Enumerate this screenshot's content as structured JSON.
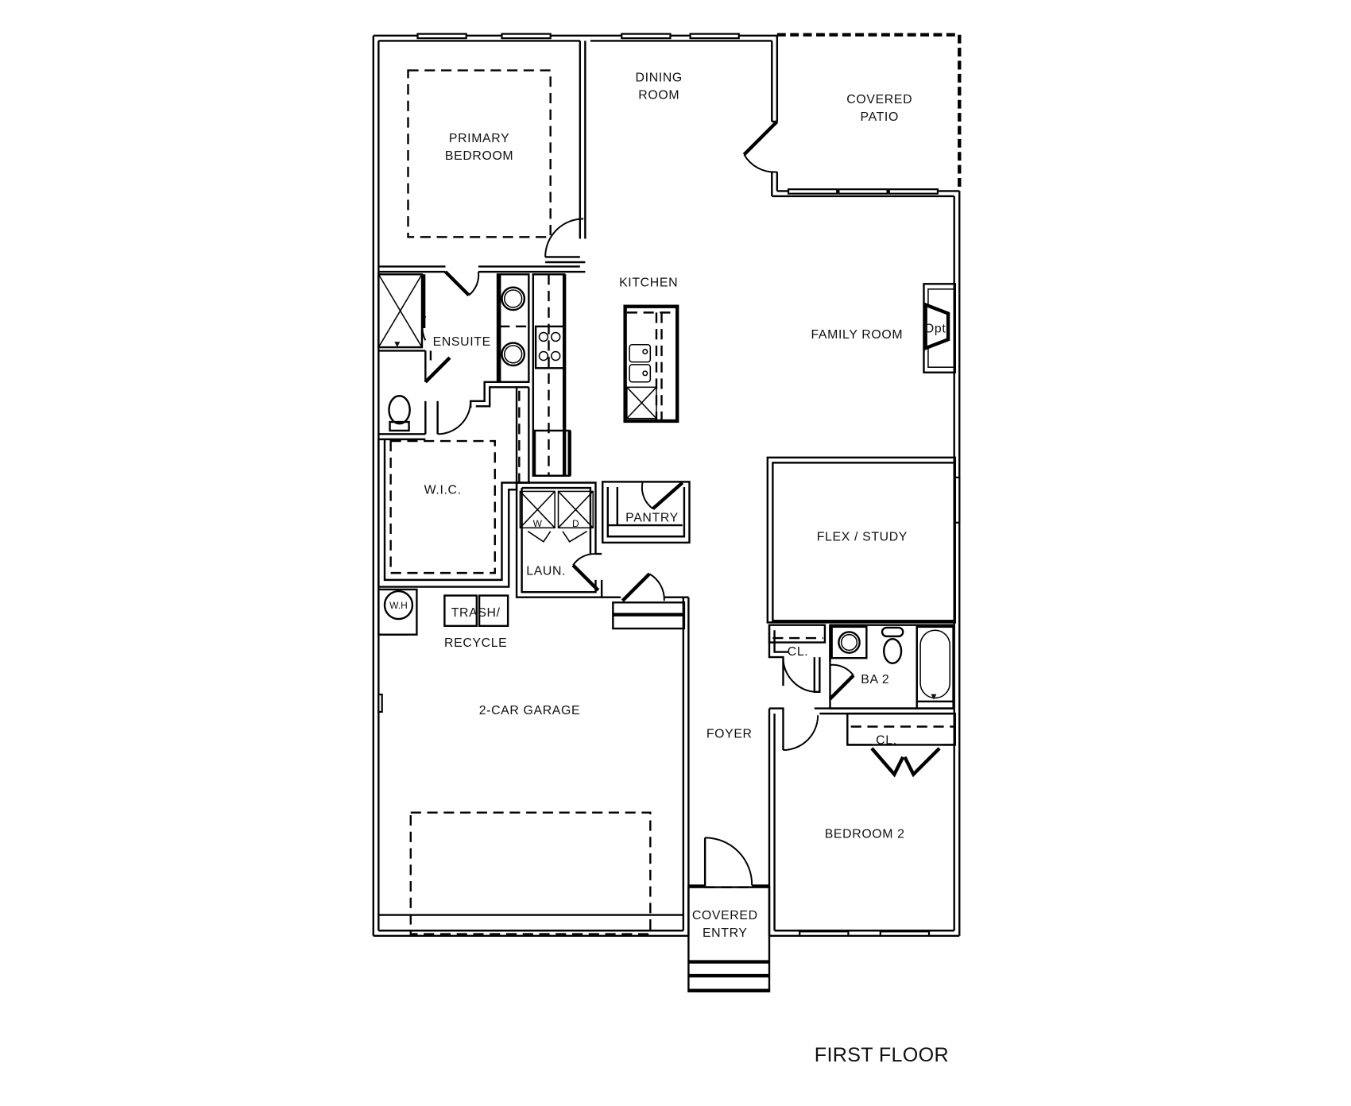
{
  "plan": {
    "title": "FIRST FLOOR",
    "rooms": {
      "primary_bedroom": [
        "PRIMARY",
        "BEDROOM"
      ],
      "dining_room": [
        "DINING",
        "ROOM"
      ],
      "covered_patio": [
        "COVERED",
        "PATIO"
      ],
      "kitchen": "KITCHEN",
      "family_room": "FAMILY ROOM",
      "fireplace_option": "Opt",
      "ensuite": "ENSUITE",
      "wic": "W.I.C.",
      "pantry": "PANTRY",
      "laundry": "LAUN.",
      "washer": "W",
      "dryer": "D",
      "flex_study": "FLEX / STUDY",
      "water_heater": "W.H",
      "trash_recycle": [
        "TRASH/",
        "RECYCLE"
      ],
      "closet_1": "CL.",
      "bath_2": "BA 2",
      "closet_2": "CL.",
      "garage": "2-CAR GARAGE",
      "foyer": "FOYER",
      "bedroom_2": "BEDROOM 2",
      "covered_entry": [
        "COVERED",
        "ENTRY"
      ]
    }
  }
}
